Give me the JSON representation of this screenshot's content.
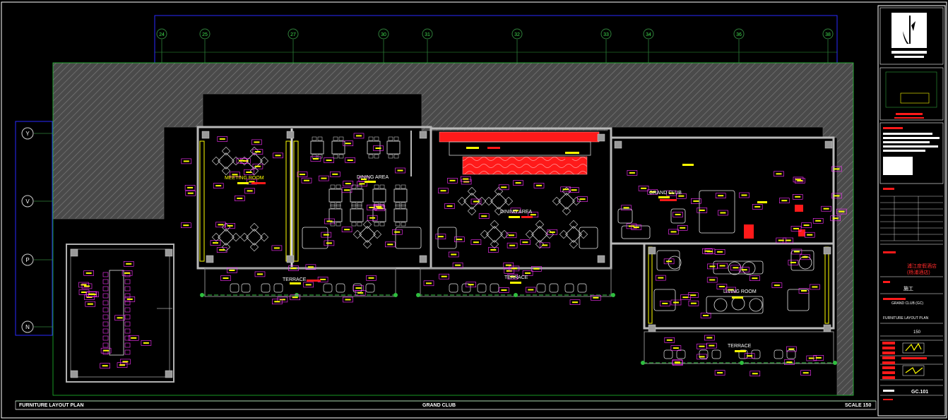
{
  "colors": {
    "background": "#000000",
    "frame": "#ffffff",
    "grid_line": "#2f7f3a",
    "dimension_frame": "#2a2aff",
    "wall": "#8a8a8a",
    "hatch": "#6f6f6f",
    "furniture": "#e6e6e6",
    "tag": "#ff33ff",
    "tag_text": "#ffff00",
    "red_fill": "#ff1a1a",
    "green_boundary": "#00e000",
    "yellow": "#ffff00"
  },
  "grid_top": [
    "24",
    "25",
    "27",
    "30",
    "31",
    "32",
    "33",
    "34",
    "36",
    "38"
  ],
  "grid_left": [
    "Y",
    "V",
    "P",
    "N"
  ],
  "rooms": {
    "meeting": "MEETING ROOM",
    "dining1": "DINING AREA",
    "dining2": "DINING AREA",
    "grand": "GRAND CLUB",
    "living": "LIVING ROOM",
    "terrace1": "TERRACE",
    "terrace2": "TERRACE",
    "terrace3": "TERRACE"
  },
  "footer": {
    "left": "FURNITURE LAYOUT PLAN",
    "center": "GRAND CLUB",
    "right": "SCALE 150"
  },
  "title_block": {
    "chinese_1": "浦江度假酒店",
    "chinese_2": "(杨浦酒店)",
    "code_label": "施工",
    "club_name": "GRAND CLUB (GC)",
    "drawing_title": "FURNITURE LAYOUT PLAN",
    "scale_value": "150",
    "drawing_no": "GC.101"
  }
}
